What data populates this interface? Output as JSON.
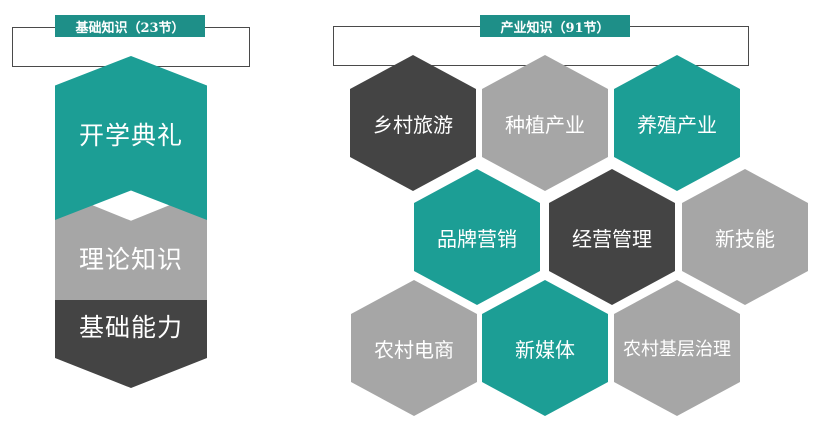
{
  "left": {
    "tag": "基础知识（23节）",
    "segments": [
      "开学典礼",
      "理论知识",
      "基础能力"
    ]
  },
  "right": {
    "tag": "产业知识（91节）",
    "hexes": [
      {
        "label": "乡村旅游",
        "color": "dark"
      },
      {
        "label": "种植产业",
        "color": "grey"
      },
      {
        "label": "养殖产业",
        "color": "teal"
      },
      {
        "label": "品牌营销",
        "color": "teal"
      },
      {
        "label": "经营管理",
        "color": "dark"
      },
      {
        "label": "新技能",
        "color": "grey"
      },
      {
        "label": "农村电商",
        "color": "grey"
      },
      {
        "label": "新媒体",
        "color": "teal"
      },
      {
        "label": "农村基层治理",
        "color": "grey"
      }
    ]
  },
  "colors": {
    "teal": "#1c9e95",
    "dark": "#444444",
    "grey": "#a6a6a6",
    "tag": "#1e8f88"
  }
}
